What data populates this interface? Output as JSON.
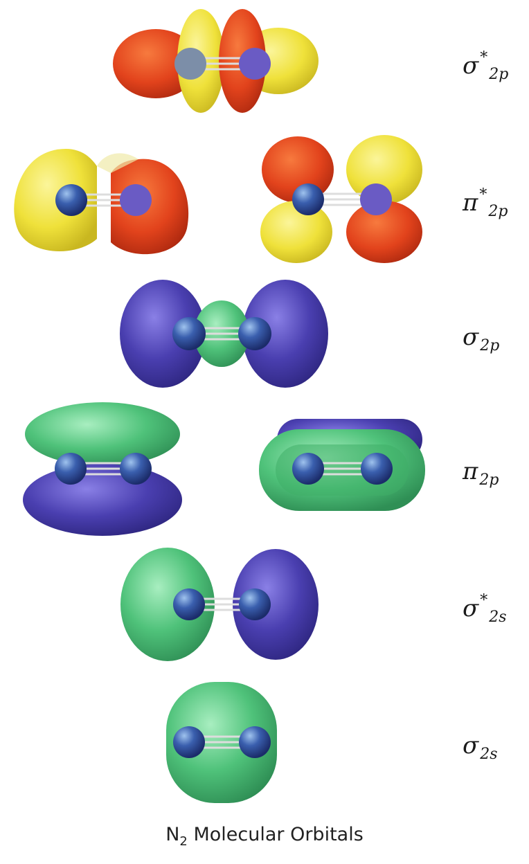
{
  "title": "N2 Molecular Orbitals",
  "caption": {
    "main": "N",
    "subscript": "2",
    "rest": " Molecular Orbitals"
  },
  "colors": {
    "red": "#e2431c",
    "yellow": "#efe13a",
    "purple": "#4a3fb0",
    "green": "#4fc27a",
    "atom": "#3a5fae"
  },
  "orbitals": [
    {
      "id": "sigma-star-2p",
      "symbol": "σ",
      "star": "*",
      "sub": "2p"
    },
    {
      "id": "pi-star-2p",
      "symbol": "π",
      "star": "*",
      "sub": "2p"
    },
    {
      "id": "sigma-2p",
      "symbol": "σ",
      "star": "",
      "sub": "2p"
    },
    {
      "id": "pi-2p",
      "symbol": "π",
      "star": "",
      "sub": "2p"
    },
    {
      "id": "sigma-star-2s",
      "symbol": "σ",
      "star": "*",
      "sub": "2s"
    },
    {
      "id": "sigma-2s",
      "symbol": "σ",
      "star": "",
      "sub": "2s"
    }
  ]
}
